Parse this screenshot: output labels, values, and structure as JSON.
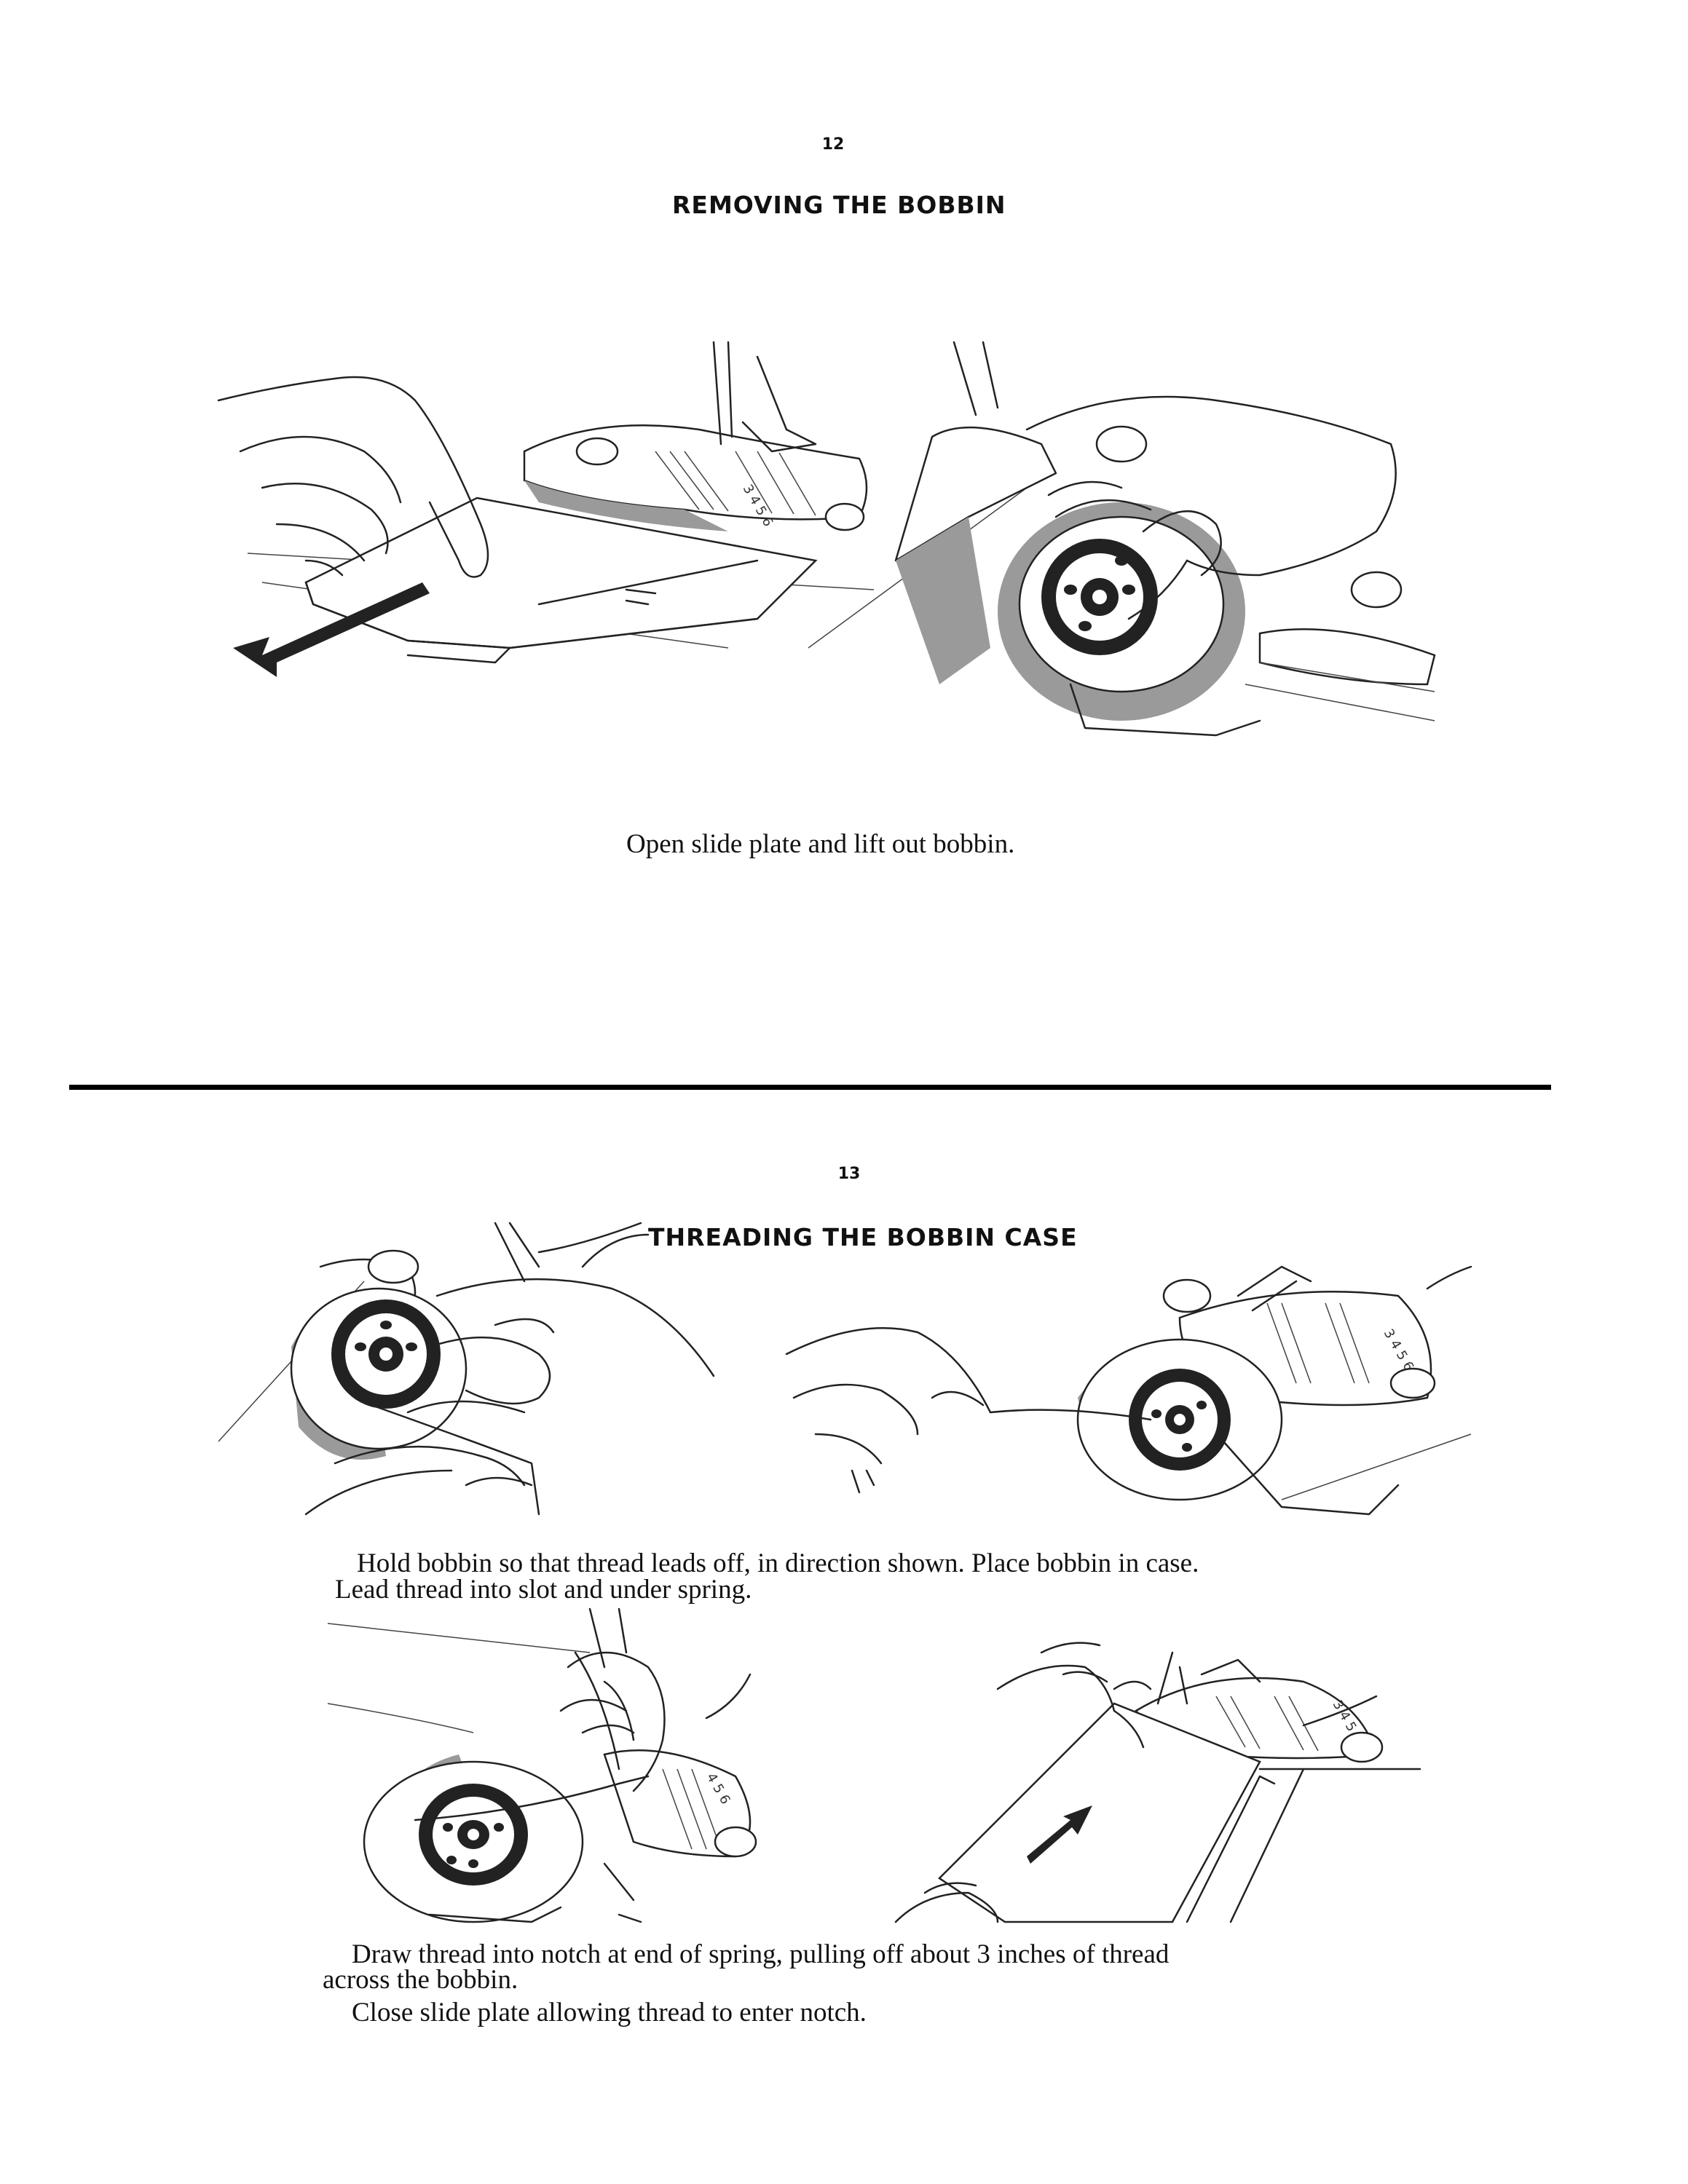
{
  "page12": {
    "number": "12",
    "title": "REMOVING THE BOBBIN",
    "caption": "Open slide plate and lift out bobbin."
  },
  "page13": {
    "number": "13",
    "title": "THREADING THE BOBBIN CASE",
    "caption1_line1": "Hold bobbin so that thread leads off, in direction shown. Place bobbin in case.",
    "caption1_line2": "Lead thread into slot and under spring.",
    "caption2_line1": "Draw thread into notch at end of spring, pulling off about 3 inches of thread",
    "caption2_line2": "across the bobbin.",
    "caption2_line3": "Close slide plate allowing thread to enter notch."
  },
  "scale_marks": {
    "plate1": "3 4 5 6",
    "plate2": "3 4 5 6",
    "plate3": "4 5 6",
    "plate4": "3 4 5 6"
  }
}
